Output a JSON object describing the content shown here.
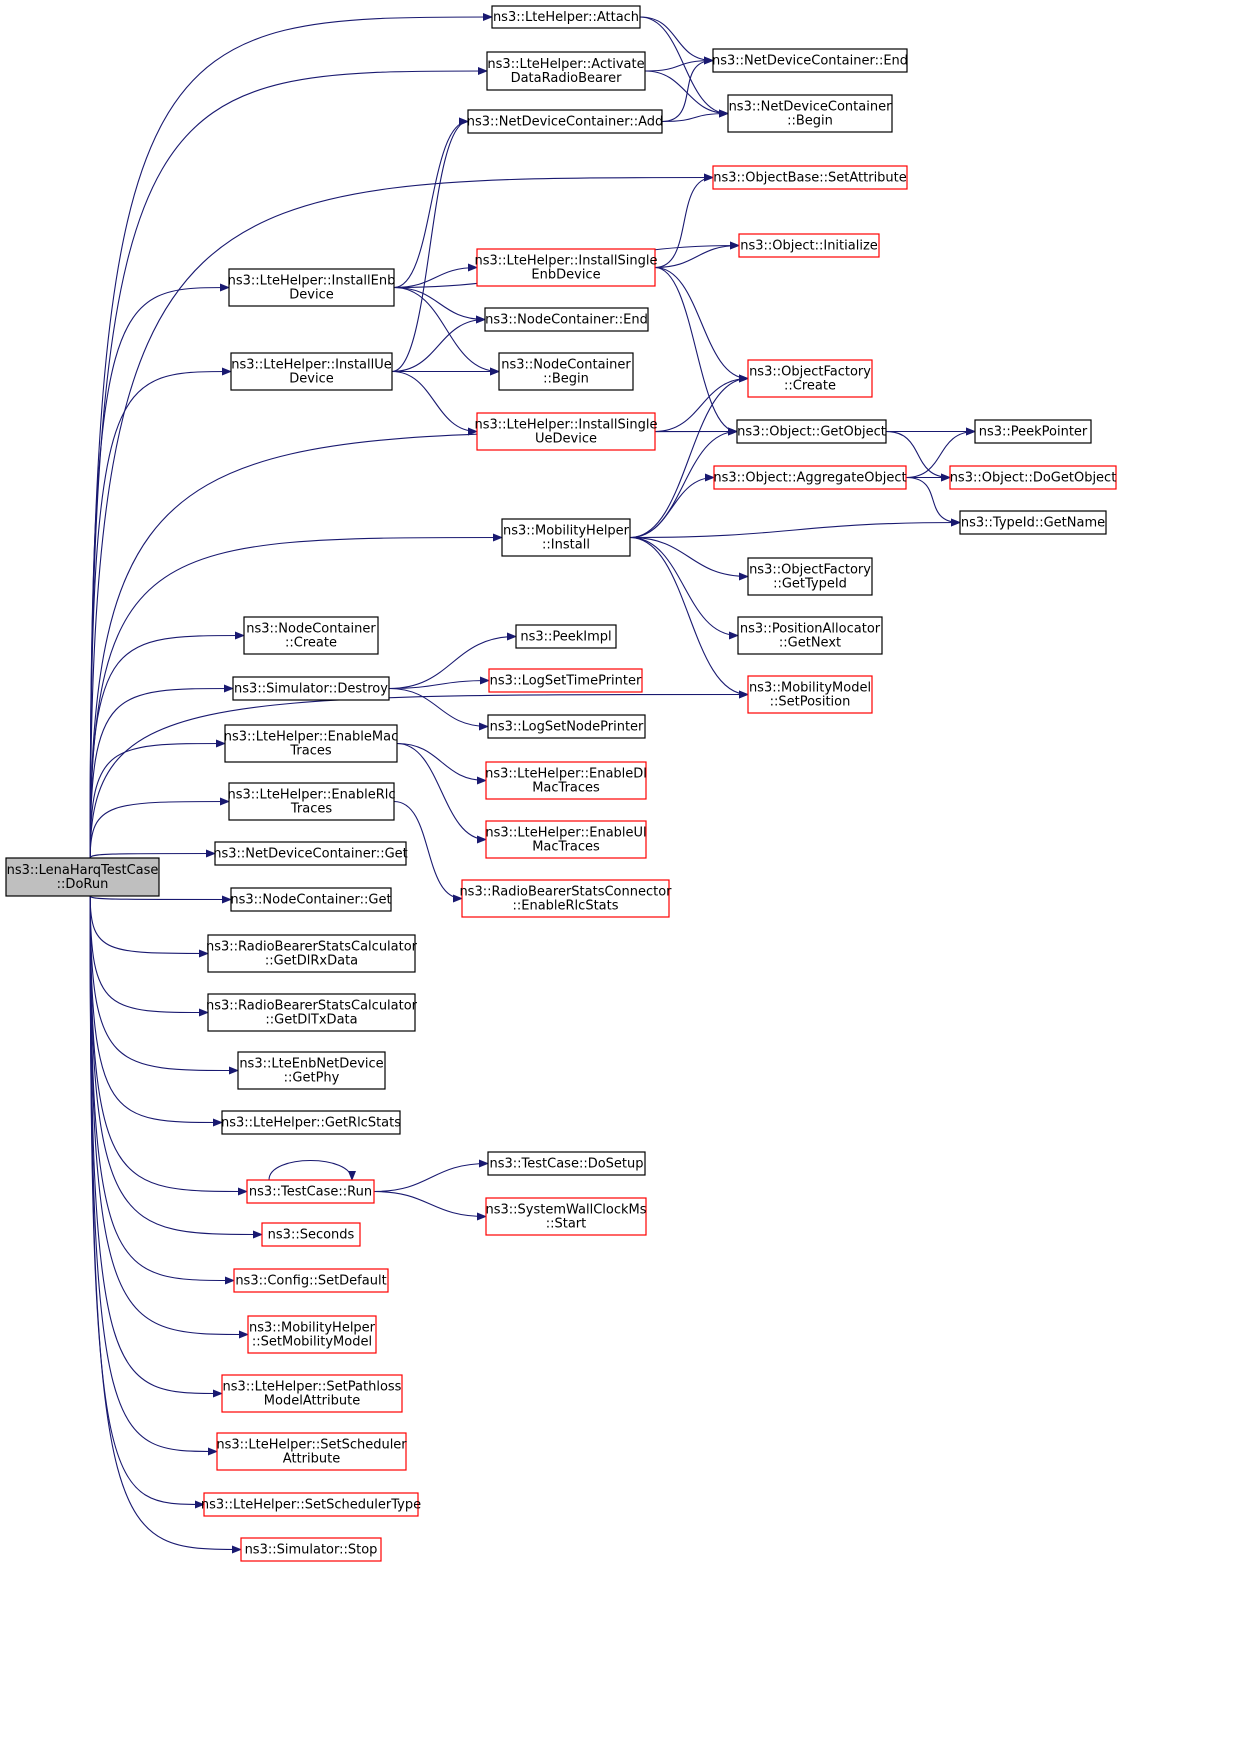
{
  "colors": {
    "edge": "#191970",
    "node_border": "#000000",
    "node_border_truncated": "#ff0000",
    "root_fill": "#bfbfbf",
    "node_fill": "#ffffff"
  },
  "nodes": [
    {
      "id": "dorun",
      "lines": [
        "ns3::LenaHarqTestCase",
        "::DoRun"
      ],
      "root": true
    },
    {
      "id": "attach",
      "lines": [
        "ns3::LteHelper::Attach"
      ]
    },
    {
      "id": "activate",
      "lines": [
        "ns3::LteHelper::Activate",
        "DataRadioBearer"
      ]
    },
    {
      "id": "ndc_end",
      "lines": [
        "ns3::NetDeviceContainer::End"
      ]
    },
    {
      "id": "ndc_begin",
      "lines": [
        "ns3::NetDeviceContainer",
        "::Begin"
      ]
    },
    {
      "id": "ndc_add",
      "lines": [
        "ns3::NetDeviceContainer::Add"
      ]
    },
    {
      "id": "setattr",
      "lines": [
        "ns3::ObjectBase::SetAttribute"
      ],
      "truncated": true
    },
    {
      "id": "obj_init",
      "lines": [
        "ns3::Object::Initialize"
      ],
      "truncated": true
    },
    {
      "id": "inst_enb",
      "lines": [
        "ns3::LteHelper::InstallEnb",
        "Device"
      ]
    },
    {
      "id": "inst_single_enb",
      "lines": [
        "ns3::LteHelper::InstallSingle",
        "EnbDevice"
      ],
      "truncated": true
    },
    {
      "id": "nc_end",
      "lines": [
        "ns3::NodeContainer::End"
      ]
    },
    {
      "id": "inst_ue",
      "lines": [
        "ns3::LteHelper::InstallUe",
        "Device"
      ]
    },
    {
      "id": "nc_begin",
      "lines": [
        "ns3::NodeContainer",
        "::Begin"
      ]
    },
    {
      "id": "of_create",
      "lines": [
        "ns3::ObjectFactory",
        "::Create"
      ],
      "truncated": true
    },
    {
      "id": "inst_single_ue",
      "lines": [
        "ns3::LteHelper::InstallSingle",
        "UeDevice"
      ],
      "truncated": true
    },
    {
      "id": "getobject",
      "lines": [
        "ns3::Object::GetObject"
      ]
    },
    {
      "id": "peekptr",
      "lines": [
        "ns3::PeekPointer"
      ]
    },
    {
      "id": "aggregate",
      "lines": [
        "ns3::Object::AggregateObject"
      ],
      "truncated": true
    },
    {
      "id": "dogetobject",
      "lines": [
        "ns3::Object::DoGetObject"
      ],
      "truncated": true
    },
    {
      "id": "mob_install",
      "lines": [
        "ns3::MobilityHelper",
        "::Install"
      ]
    },
    {
      "id": "typeid_getname",
      "lines": [
        "ns3::TypeId::GetName"
      ]
    },
    {
      "id": "of_gettypeid",
      "lines": [
        "ns3::ObjectFactory",
        "::GetTypeId"
      ]
    },
    {
      "id": "nc_create",
      "lines": [
        "ns3::NodeContainer",
        "::Create"
      ]
    },
    {
      "id": "pa_getnext",
      "lines": [
        "ns3::PositionAllocator",
        "::GetNext"
      ]
    },
    {
      "id": "peekimpl",
      "lines": [
        "ns3::PeekImpl"
      ]
    },
    {
      "id": "sim_destroy",
      "lines": [
        "ns3::Simulator::Destroy"
      ]
    },
    {
      "id": "logtime",
      "lines": [
        "ns3::LogSetTimePrinter"
      ],
      "truncated": true
    },
    {
      "id": "mm_setpos",
      "lines": [
        "ns3::MobilityModel",
        "::SetPosition"
      ],
      "truncated": true
    },
    {
      "id": "lognode",
      "lines": [
        "ns3::LogSetNodePrinter"
      ]
    },
    {
      "id": "enable_mac",
      "lines": [
        "ns3::LteHelper::EnableMac",
        "Traces"
      ]
    },
    {
      "id": "enable_dl_mac",
      "lines": [
        "ns3::LteHelper::EnableDl",
        "MacTraces"
      ],
      "truncated": true
    },
    {
      "id": "enable_rlc",
      "lines": [
        "ns3::LteHelper::EnableRlc",
        "Traces"
      ]
    },
    {
      "id": "enable_ul_mac",
      "lines": [
        "ns3::LteHelper::EnableUl",
        "MacTraces"
      ],
      "truncated": true
    },
    {
      "id": "ndc_get",
      "lines": [
        "ns3::NetDeviceContainer::Get"
      ]
    },
    {
      "id": "rbsc_enable",
      "lines": [
        "ns3::RadioBearerStatsConnector",
        "::EnableRlcStats"
      ],
      "truncated": true
    },
    {
      "id": "nc_get",
      "lines": [
        "ns3::NodeContainer::Get"
      ]
    },
    {
      "id": "rbs_dlrx",
      "lines": [
        "ns3::RadioBearerStatsCalculator",
        "::GetDlRxData"
      ]
    },
    {
      "id": "rbs_dltx",
      "lines": [
        "ns3::RadioBearerStatsCalculator",
        "::GetDlTxData"
      ]
    },
    {
      "id": "enb_getphy",
      "lines": [
        "ns3::LteEnbNetDevice",
        "::GetPhy"
      ]
    },
    {
      "id": "getrlcstats",
      "lines": [
        "ns3::LteHelper::GetRlcStats"
      ]
    },
    {
      "id": "tc_dosetup",
      "lines": [
        "ns3::TestCase::DoSetup"
      ]
    },
    {
      "id": "tc_run",
      "lines": [
        "ns3::TestCase::Run"
      ],
      "truncated": true
    },
    {
      "id": "swc_start",
      "lines": [
        "ns3::SystemWallClockMs",
        "::Start"
      ],
      "truncated": true
    },
    {
      "id": "seconds",
      "lines": [
        "ns3::Seconds"
      ],
      "truncated": true
    },
    {
      "id": "setdefault",
      "lines": [
        "ns3::Config::SetDefault"
      ],
      "truncated": true
    },
    {
      "id": "set_mobmodel",
      "lines": [
        "ns3::MobilityHelper",
        "::SetMobilityModel"
      ],
      "truncated": true
    },
    {
      "id": "set_pathloss",
      "lines": [
        "ns3::LteHelper::SetPathloss",
        "ModelAttribute"
      ],
      "truncated": true
    },
    {
      "id": "set_sched_attr",
      "lines": [
        "ns3::LteHelper::SetScheduler",
        "Attribute"
      ],
      "truncated": true
    },
    {
      "id": "set_sched_type",
      "lines": [
        "ns3::LteHelper::SetSchedulerType"
      ],
      "truncated": true
    },
    {
      "id": "sim_stop",
      "lines": [
        "ns3::Simulator::Stop"
      ],
      "truncated": true
    }
  ],
  "edges": [
    [
      "dorun",
      "attach"
    ],
    [
      "dorun",
      "activate"
    ],
    [
      "dorun",
      "setattr"
    ],
    [
      "dorun",
      "inst_enb"
    ],
    [
      "dorun",
      "inst_ue"
    ],
    [
      "dorun",
      "getobject"
    ],
    [
      "dorun",
      "mob_install"
    ],
    [
      "dorun",
      "mm_setpos"
    ],
    [
      "dorun",
      "nc_create"
    ],
    [
      "dorun",
      "sim_destroy"
    ],
    [
      "dorun",
      "enable_mac"
    ],
    [
      "dorun",
      "enable_rlc"
    ],
    [
      "dorun",
      "ndc_get"
    ],
    [
      "dorun",
      "nc_get"
    ],
    [
      "dorun",
      "rbs_dlrx"
    ],
    [
      "dorun",
      "rbs_dltx"
    ],
    [
      "dorun",
      "enb_getphy"
    ],
    [
      "dorun",
      "getrlcstats"
    ],
    [
      "dorun",
      "tc_run"
    ],
    [
      "dorun",
      "seconds"
    ],
    [
      "dorun",
      "setdefault"
    ],
    [
      "dorun",
      "set_mobmodel"
    ],
    [
      "dorun",
      "set_pathloss"
    ],
    [
      "dorun",
      "set_sched_attr"
    ],
    [
      "dorun",
      "set_sched_type"
    ],
    [
      "dorun",
      "sim_stop"
    ],
    [
      "attach",
      "ndc_end"
    ],
    [
      "attach",
      "ndc_begin"
    ],
    [
      "activate",
      "ndc_end"
    ],
    [
      "activate",
      "ndc_begin"
    ],
    [
      "ndc_add",
      "ndc_end"
    ],
    [
      "ndc_add",
      "ndc_begin"
    ],
    [
      "inst_enb",
      "ndc_add"
    ],
    [
      "inst_enb",
      "obj_init"
    ],
    [
      "inst_enb",
      "inst_single_enb"
    ],
    [
      "inst_enb",
      "nc_end"
    ],
    [
      "inst_enb",
      "nc_begin"
    ],
    [
      "inst_ue",
      "ndc_add"
    ],
    [
      "inst_ue",
      "nc_end"
    ],
    [
      "inst_ue",
      "nc_begin"
    ],
    [
      "inst_ue",
      "inst_single_ue"
    ],
    [
      "inst_single_enb",
      "setattr"
    ],
    [
      "inst_single_enb",
      "obj_init"
    ],
    [
      "inst_single_enb",
      "of_create"
    ],
    [
      "inst_single_enb",
      "getobject"
    ],
    [
      "inst_single_ue",
      "of_create"
    ],
    [
      "inst_single_ue",
      "getobject"
    ],
    [
      "getobject",
      "peekptr"
    ],
    [
      "getobject",
      "dogetobject"
    ],
    [
      "aggregate",
      "peekptr"
    ],
    [
      "aggregate",
      "dogetobject"
    ],
    [
      "aggregate",
      "typeid_getname"
    ],
    [
      "mob_install",
      "of_create"
    ],
    [
      "mob_install",
      "getobject"
    ],
    [
      "mob_install",
      "aggregate"
    ],
    [
      "mob_install",
      "typeid_getname"
    ],
    [
      "mob_install",
      "of_gettypeid"
    ],
    [
      "mob_install",
      "pa_getnext"
    ],
    [
      "mob_install",
      "mm_setpos"
    ],
    [
      "sim_destroy",
      "peekimpl"
    ],
    [
      "sim_destroy",
      "logtime"
    ],
    [
      "sim_destroy",
      "lognode"
    ],
    [
      "enable_mac",
      "enable_dl_mac"
    ],
    [
      "enable_mac",
      "enable_ul_mac"
    ],
    [
      "enable_rlc",
      "rbsc_enable"
    ],
    [
      "tc_run",
      "tc_run"
    ],
    [
      "tc_run",
      "tc_dosetup"
    ],
    [
      "tc_run",
      "swc_start"
    ]
  ]
}
